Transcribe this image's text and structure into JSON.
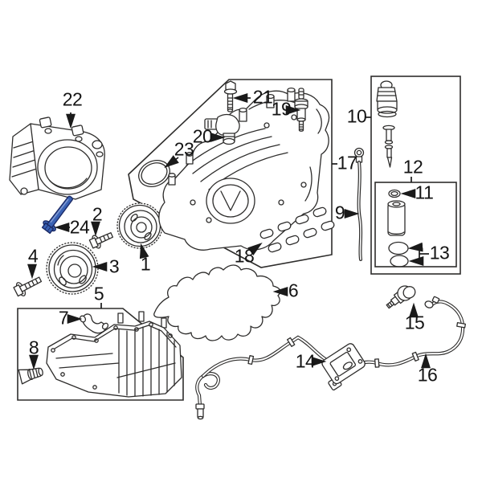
{
  "diagram": {
    "kind": "exploded-engine-parts-diagram",
    "background": "#ffffff",
    "line_color": "#2e2d2c",
    "text_color": "#141414",
    "highlighted_part": {
      "callout": "24",
      "fill": "#3a62b4",
      "stroke": "#1b2a66",
      "highlight_line": "#8099d2"
    }
  },
  "callouts": [
    {
      "label": "1"
    },
    {
      "label": "2"
    },
    {
      "label": "3"
    },
    {
      "label": "4"
    },
    {
      "label": "5"
    },
    {
      "label": "6"
    },
    {
      "label": "7"
    },
    {
      "label": "8"
    },
    {
      "label": "9"
    },
    {
      "label": "10"
    },
    {
      "label": "11"
    },
    {
      "label": "12"
    },
    {
      "label": "13"
    },
    {
      "label": "14"
    },
    {
      "label": "15"
    },
    {
      "label": "16"
    },
    {
      "label": "17"
    },
    {
      "label": "18"
    },
    {
      "label": "19"
    },
    {
      "label": "20"
    },
    {
      "label": "21"
    },
    {
      "label": "22"
    },
    {
      "label": "23"
    },
    {
      "label": "24"
    }
  ]
}
